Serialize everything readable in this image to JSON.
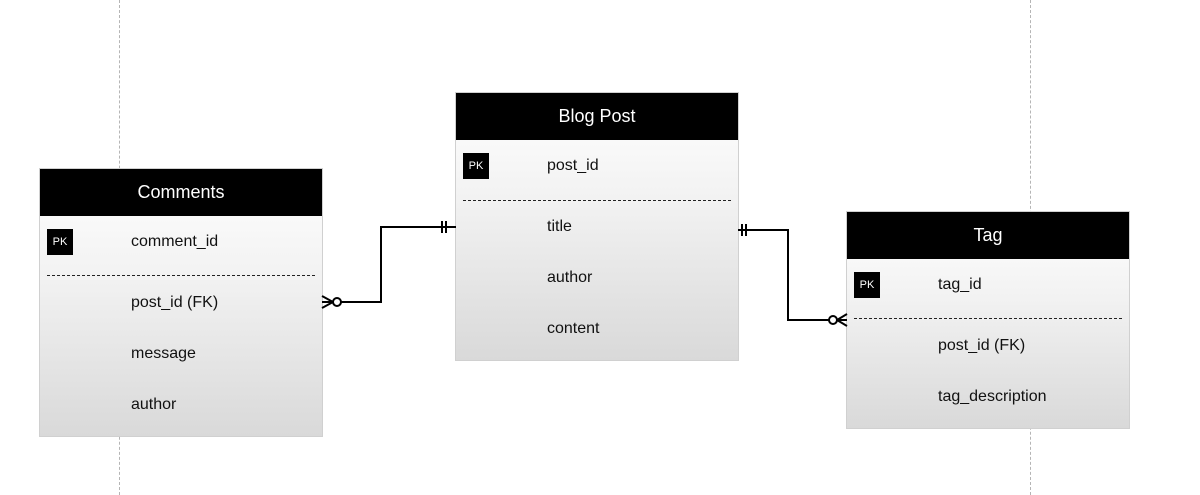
{
  "entities": {
    "comments": {
      "title": "Comments",
      "pk_badge": "PK",
      "pk_field": "comment_id",
      "fields": [
        "post_id (FK)",
        "message",
        "author"
      ]
    },
    "blog_post": {
      "title": "Blog Post",
      "pk_badge": "PK",
      "pk_field": "post_id",
      "fields": [
        "title",
        "author",
        "content"
      ]
    },
    "tag": {
      "title": "Tag",
      "pk_badge": "PK",
      "pk_field": "tag_id",
      "fields": [
        "post_id (FK)",
        "tag_description"
      ]
    }
  },
  "relationships": [
    {
      "from": "Blog Post",
      "from_cardinality": "one-and-only-one",
      "to": "Comments",
      "to_cardinality": "zero-or-many"
    },
    {
      "from": "Blog Post",
      "from_cardinality": "one-and-only-one",
      "to": "Tag",
      "to_cardinality": "zero-or-many"
    }
  ],
  "colors": {
    "header": "#000000",
    "header_text": "#ffffff",
    "line": "#000000",
    "guide": "#b5b5b5"
  }
}
